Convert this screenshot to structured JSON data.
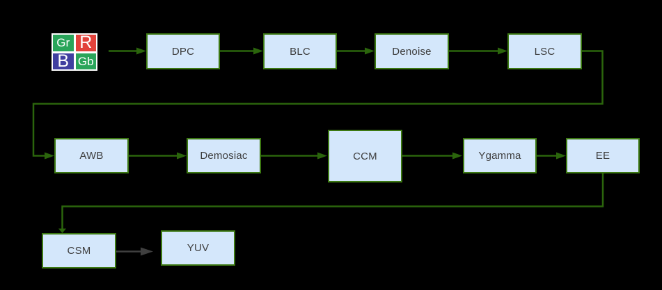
{
  "diagram": {
    "background_color": "#000000",
    "bayer_icon": {
      "cells": [
        {
          "label": "Gr",
          "color": "#2aa55a"
        },
        {
          "label": "R",
          "color": "#e2423b"
        },
        {
          "label": "B",
          "color": "#403fa0"
        },
        {
          "label": "Gb",
          "color": "#2aa55a"
        }
      ]
    },
    "nodes": {
      "dpc": {
        "label": "DPC"
      },
      "blc": {
        "label": "BLC"
      },
      "denoise": {
        "label": "Denoise"
      },
      "lsc": {
        "label": "LSC"
      },
      "awb": {
        "label": "AWB"
      },
      "demosiac": {
        "label": "Demosiac"
      },
      "ccm": {
        "label": "CCM"
      },
      "ygamma": {
        "label": "Ygamma"
      },
      "ee": {
        "label": "EE"
      },
      "csm": {
        "label": "CSM"
      },
      "yuv": {
        "label": "YUV"
      }
    },
    "edges": [
      {
        "from": "bayer-icon",
        "to": "dpc",
        "color": "#2b650c"
      },
      {
        "from": "dpc",
        "to": "blc",
        "color": "#2b650c"
      },
      {
        "from": "blc",
        "to": "denoise",
        "color": "#2b650c"
      },
      {
        "from": "denoise",
        "to": "lsc",
        "color": "#2b650c"
      },
      {
        "from": "lsc",
        "to": "awb",
        "color": "#2b650c"
      },
      {
        "from": "awb",
        "to": "demosiac",
        "color": "#2b650c"
      },
      {
        "from": "demosiac",
        "to": "ccm",
        "color": "#2b650c"
      },
      {
        "from": "ccm",
        "to": "ygamma",
        "color": "#2b650c"
      },
      {
        "from": "ygamma",
        "to": "ee",
        "color": "#2b650c"
      },
      {
        "from": "ee",
        "to": "csm",
        "color": "#2b650c"
      },
      {
        "from": "csm",
        "to": "yuv",
        "color": "#3f3f3f"
      }
    ],
    "colors": {
      "node_fill": "#d4e7fb",
      "node_border": "#3c7812",
      "connector_green": "#2b650c",
      "connector_gray": "#3f3f3f",
      "label_text": "#3d3d3d"
    }
  }
}
